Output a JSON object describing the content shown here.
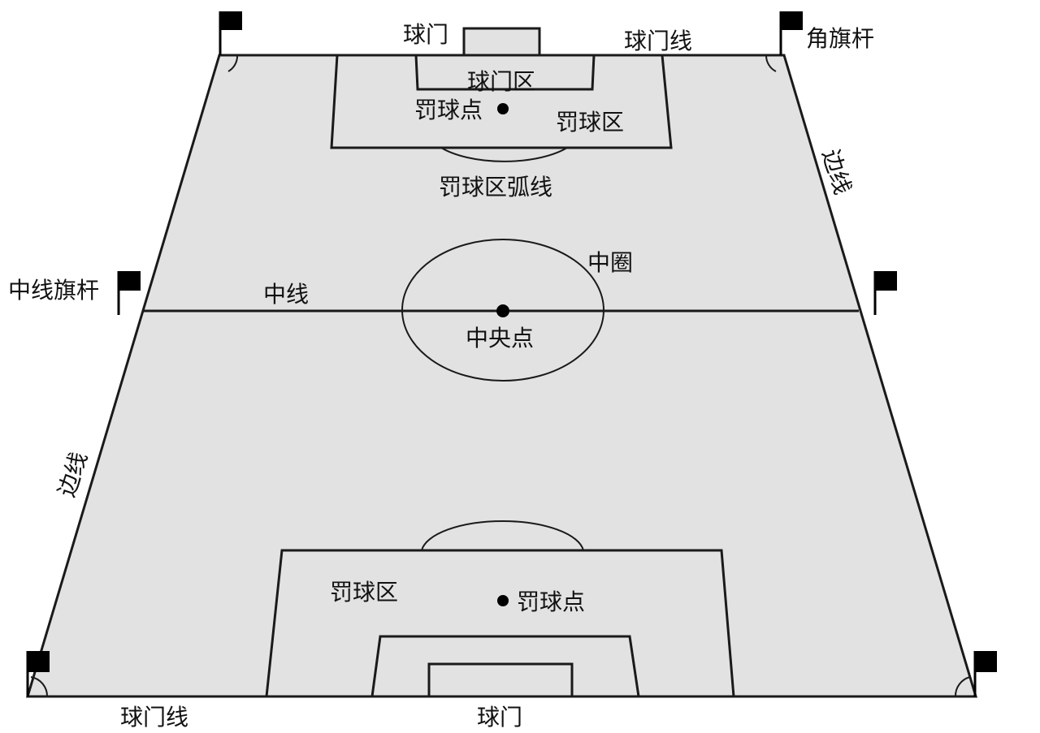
{
  "labels": {
    "top_goal": "球门",
    "top_goal_line": "球门线",
    "top_corner_flag": "角旗杆",
    "top_goal_area": "球门区",
    "top_penalty_spot": "罚球点",
    "top_penalty_area": "罚球区",
    "penalty_arc": "罚球区弧线",
    "right_touchline": "边线",
    "center_circle": "中圈",
    "halfway_flag": "中线旗杆",
    "halfway_line": "中线",
    "center_spot": "中央点",
    "left_touchline": "边线",
    "bottom_penalty_area": "罚球区",
    "bottom_penalty_spot": "罚球点",
    "bottom_goal_line": "球门线",
    "bottom_goal": "球门"
  },
  "colors": {
    "field": "#e2e2e2",
    "lines": "#1a1a1a",
    "flag": "#000000"
  }
}
